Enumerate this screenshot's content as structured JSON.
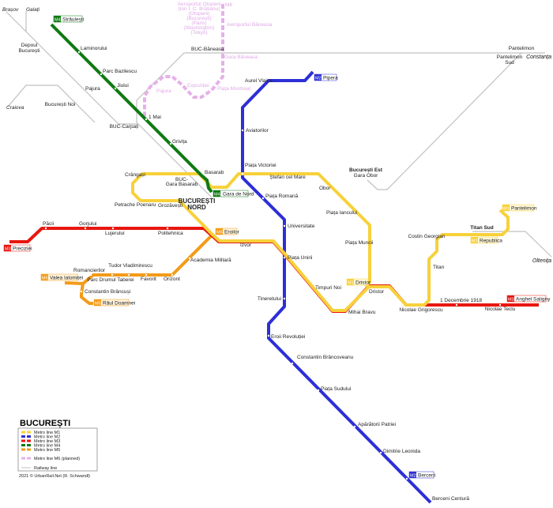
{
  "map": {
    "city_title": "BUCUREȘTI",
    "main_station": [
      "BUCUREȘTI",
      "NORD"
    ],
    "colors": {
      "M1": "#f7d13a",
      "M2": "#2d2fd6",
      "M3": "#e8160f",
      "M4": "#0f7a12",
      "M5": "#f39b18",
      "M6": "#e6b0ea",
      "rail": "#c0c0c0"
    },
    "lines": {
      "M1": {
        "badge": "M1",
        "termini": [
          "Pantelimon",
          "Dristor",
          "Republica"
        ],
        "stations": [
          "Crângași",
          "Basarab",
          "Piața Victoriei",
          "Ștefan cel Mare",
          "Obor",
          "Piața Iancului",
          "Piața Muncii",
          "Dristor",
          "Mihai Bravu",
          "Timpuri Noi",
          "Piața Unirii",
          "Izvor",
          "Eroilor",
          "Grozăvești",
          "Petrache Poenaru",
          "Nicolae Grigorescu",
          "Titan",
          "Costin Georgian",
          "Republica",
          "Pantelimon"
        ]
      },
      "M2": {
        "badge": "M2",
        "termini": [
          "Pipera",
          "Berceni"
        ],
        "stations": [
          "Aurel Vlaicu",
          "Aviatorilor",
          "Piața Victoriei",
          "Piața Romană",
          "Universitate",
          "Piața Unirii",
          "Tineretului",
          "Eroii Revoluției",
          "Constantin Brâncoveanu",
          "Piața Sudului",
          "Apărătorii Patriei",
          "Dimitrie Leonida",
          "Berceni Centură"
        ]
      },
      "M3": {
        "badge": "M3",
        "termini": [
          "Preciziei",
          "Anghel Saligny"
        ],
        "stations": [
          "Păcii",
          "Gorjului",
          "Lujerului",
          "Politehnica",
          "1 Decembrie 1918",
          "Nicolae Teclu"
        ]
      },
      "M4": {
        "badge": "M4",
        "termini": [
          "Străulești",
          "Gara de Nord"
        ],
        "stations": [
          "Laminorului",
          "Parc Bazilescu",
          "Jiului",
          "1 Mai",
          "Grivița",
          "Basarab"
        ]
      },
      "M5": {
        "badge": "M5",
        "termini": [
          "Eroilor",
          "Valea Ialomiței",
          "Râul Doamnei"
        ],
        "stations": [
          "Academia Militară",
          "Orizont",
          "Favorit",
          "Tudor Vladimirescu",
          "Parc Drumul Taberei",
          "Romancierilor",
          "Constantin Brâncuși"
        ]
      },
      "M6": {
        "badge": "M6",
        "stations": [
          "Aeroportul Otopeni",
          "(Ion I. C. Brătianu)",
          "(Otopeni)",
          "(București)",
          "(Paris)",
          "(Washington)",
          "(Tokyo)",
          "Aeroportul Băneasa",
          "Gara Băneasa",
          "Piața Montreal",
          "Expoziției",
          "Pajura"
        ]
      }
    },
    "railway_labels": [
      "Brașov",
      "Galați",
      "Depoul",
      "București",
      "Pajura",
      "Craiova",
      "București Noi",
      "BUC-Carpați",
      "BUC-Băneasa",
      "Pantelimon",
      "Pantelimon",
      "Sud",
      "Constanța",
      "București Est",
      "Gara Obor",
      "Titan Sud",
      "Oltenița",
      "BUC-",
      "Gara Basarab"
    ]
  },
  "legend": {
    "items": [
      "Metro line M1",
      "Metro line M2",
      "Metro line M3",
      "Metro line M4",
      "Metro line M5",
      "Metro line M6 (planned)",
      "Railway line"
    ],
    "copyright": "2021 © UrbanRail.Net (R. Schwandl)"
  }
}
